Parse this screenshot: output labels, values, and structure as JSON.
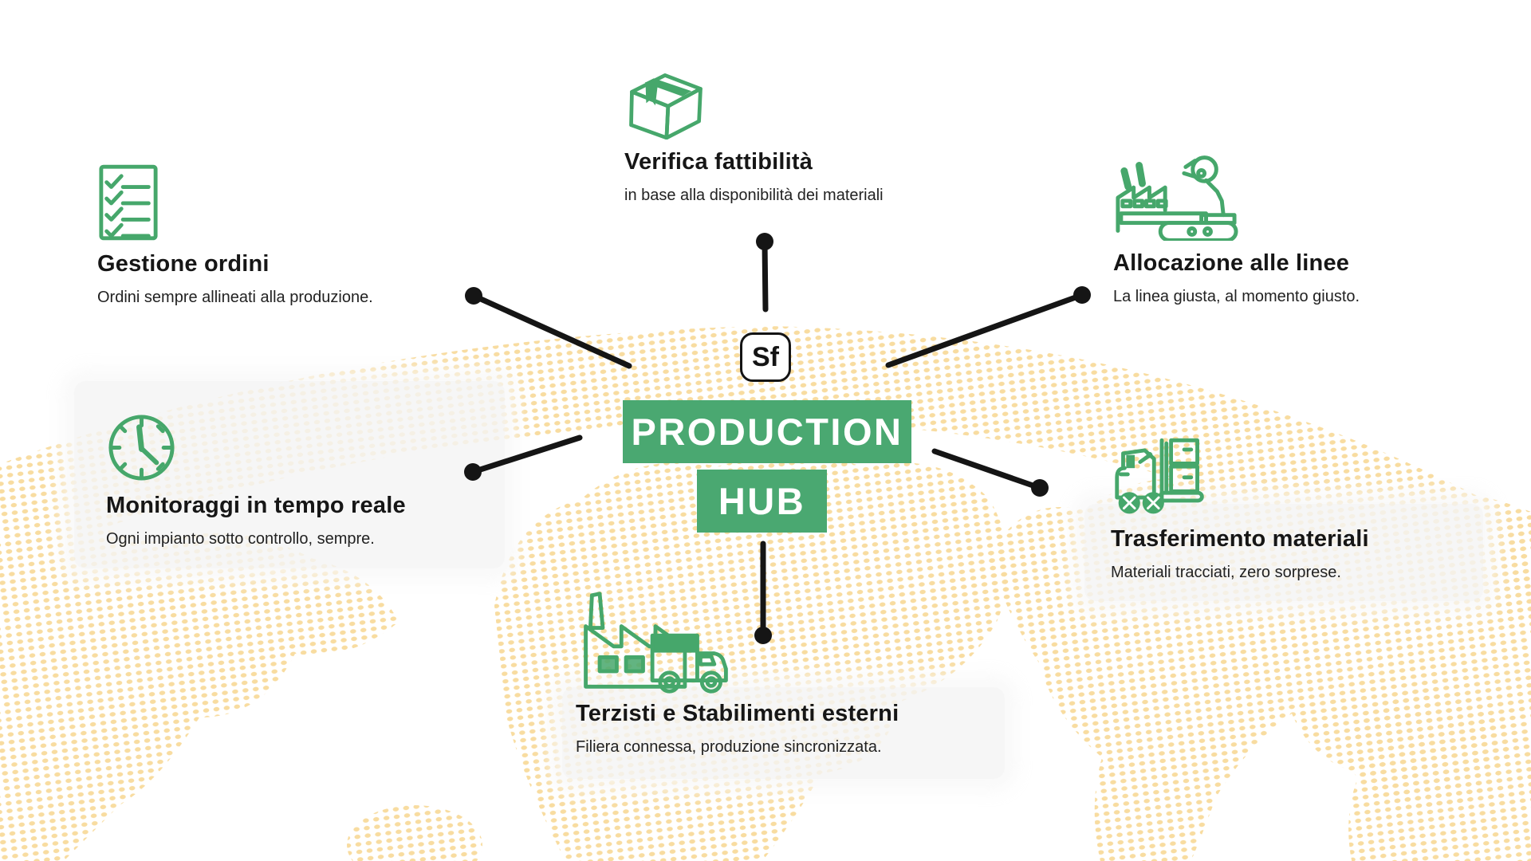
{
  "brand": {
    "logo_text": "Sf",
    "green_banner": "#4AA871",
    "green_icons": "#46A76B",
    "map_dot_color": "#F8DCA0",
    "connector_color": "#151515"
  },
  "hub": {
    "title_line1": "PRODUCTION",
    "title_line2": "HUB"
  },
  "features": [
    {
      "id": "gestione-ordini",
      "icon": "checklist-icon",
      "title": "Gestione ordini",
      "subtitle": "Ordini sempre allineati alla produzione."
    },
    {
      "id": "verifica-fattibilita",
      "icon": "package-box-icon",
      "title": "Verifica fattibilità",
      "subtitle": "in base alla disponibilità dei materiali"
    },
    {
      "id": "allocazione-alle-linee",
      "icon": "factory-robot-arm-icon",
      "title": "Allocazione alle linee",
      "subtitle": "La linea giusta, al momento giusto."
    },
    {
      "id": "monitoraggi-tempo-reale",
      "icon": "clock-icon",
      "title": "Monitoraggi in tempo reale",
      "subtitle": "Ogni impianto sotto controllo, sempre."
    },
    {
      "id": "trasferimento-materiali",
      "icon": "forklift-icon",
      "title": "Trasferimento materiali",
      "subtitle": "Materiali tracciati, zero sorprese."
    },
    {
      "id": "terzisti-stabilimenti",
      "icon": "factory-truck-icon",
      "title": "Terzisti e Stabilimenti esterni",
      "subtitle": "Filiera connessa, produzione sincronizzata."
    }
  ]
}
